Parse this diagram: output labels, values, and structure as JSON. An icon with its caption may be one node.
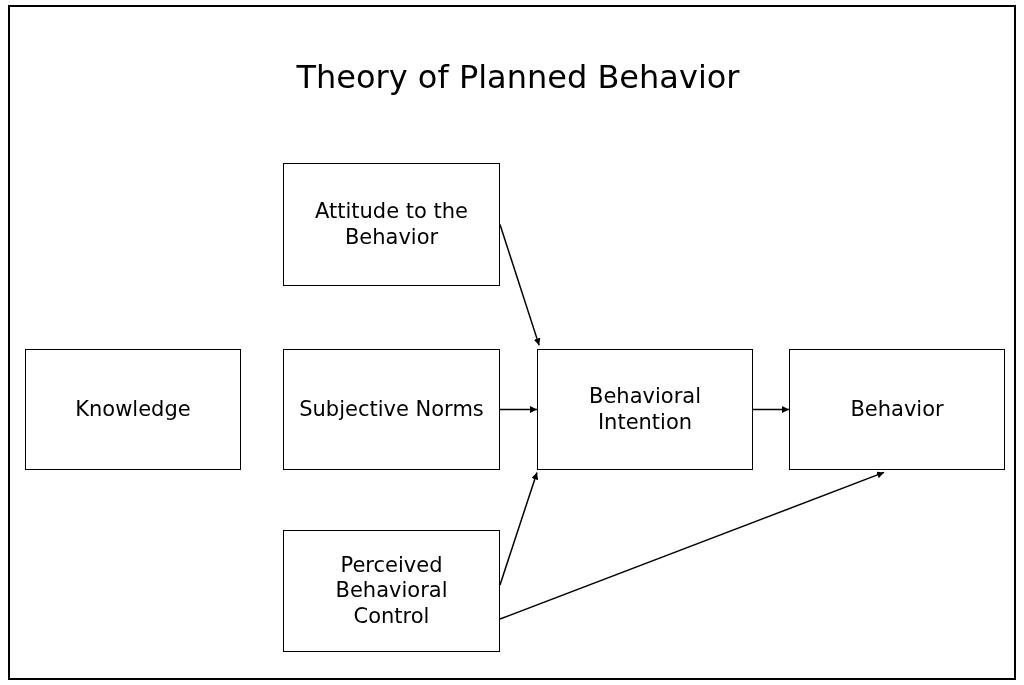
{
  "diagram": {
    "title": "Theory of Planned Behavior",
    "nodes": [
      {
        "text": [
          "Attitude to the Behavior"
        ]
      },
      {
        "text": [
          "Knowledge"
        ]
      },
      {
        "text": [
          "Subjective Norms"
        ]
      },
      {
        "text": [
          "Behavioral Intention"
        ]
      },
      {
        "text": [
          "Behavior"
        ]
      },
      {
        "text": [
          "Perceived Behavioral Control"
        ]
      }
    ],
    "edges": [
      {
        "from": 0,
        "to": 3,
        "arrow": "to"
      },
      {
        "from": 2,
        "to": 3,
        "arrow": "to"
      },
      {
        "from": 3,
        "to": 4,
        "arrow": "to"
      },
      {
        "from": 5,
        "to": 3,
        "arrow": "to"
      },
      {
        "from": 5,
        "to": 4,
        "arrow": "to"
      }
    ]
  }
}
